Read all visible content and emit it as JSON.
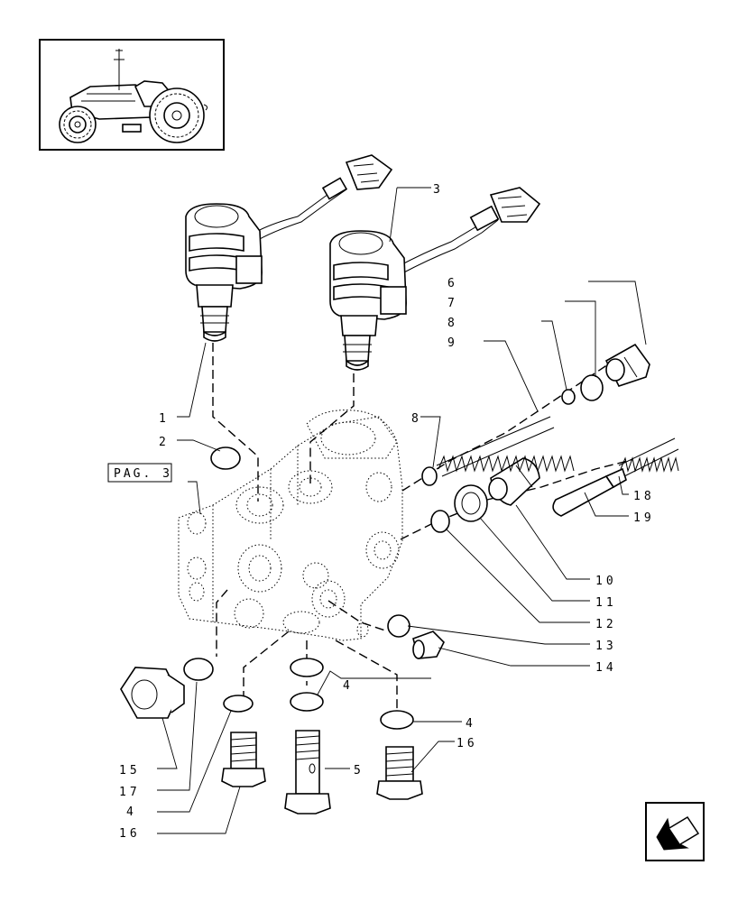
{
  "page_ref": "PAG. 3",
  "callouts": [
    {
      "id": "c1",
      "text": "1"
    },
    {
      "id": "c2",
      "text": "2"
    },
    {
      "id": "c3",
      "text": "3"
    },
    {
      "id": "c4a",
      "text": "4"
    },
    {
      "id": "c4b",
      "text": "4"
    },
    {
      "id": "c4c",
      "text": "4"
    },
    {
      "id": "c5",
      "text": "5"
    },
    {
      "id": "c6",
      "text": "6"
    },
    {
      "id": "c7",
      "text": "7"
    },
    {
      "id": "c8a",
      "text": "8"
    },
    {
      "id": "c8b",
      "text": "8"
    },
    {
      "id": "c9",
      "text": "9"
    },
    {
      "id": "c10",
      "text": "10"
    },
    {
      "id": "c11",
      "text": "11"
    },
    {
      "id": "c12",
      "text": "12"
    },
    {
      "id": "c13",
      "text": "13"
    },
    {
      "id": "c14",
      "text": "14"
    },
    {
      "id": "c15",
      "text": "15"
    },
    {
      "id": "c16a",
      "text": "16"
    },
    {
      "id": "c16b",
      "text": "16"
    },
    {
      "id": "c17",
      "text": "17"
    },
    {
      "id": "c18",
      "text": "18"
    },
    {
      "id": "c19",
      "text": "19"
    }
  ],
  "icons": {
    "thumbnail": "tractor-thumbnail-icon",
    "nav": "next-page-arrow-icon"
  }
}
